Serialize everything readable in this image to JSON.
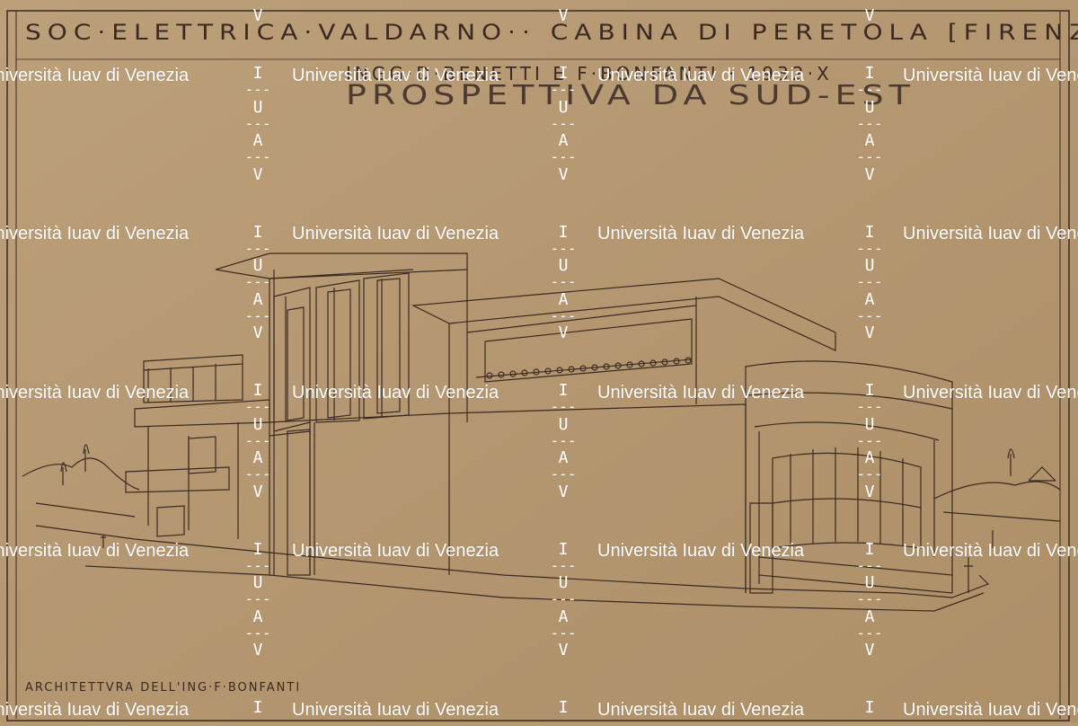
{
  "drawing": {
    "title": "SOC·ELETTRICA·VALDARNO·· CABINA DI PERETOLA [FIRENZE]",
    "subtitle": "INGG·D·BENETTI E F·BONFANTI · 1932·X",
    "view_title": "PROSPETTIVA DA SUD-EST",
    "footer_caption": "ARCHITETTVRA DELL'ING·F·BONFANTI"
  },
  "watermark": {
    "text": "Università Iuav di Venezia",
    "letters": [
      "I",
      "U",
      "A",
      "V"
    ],
    "dash": "---"
  },
  "colors": {
    "paper": "#b79a72",
    "ink": "#3b2a22",
    "watermark": "#ffffff"
  }
}
